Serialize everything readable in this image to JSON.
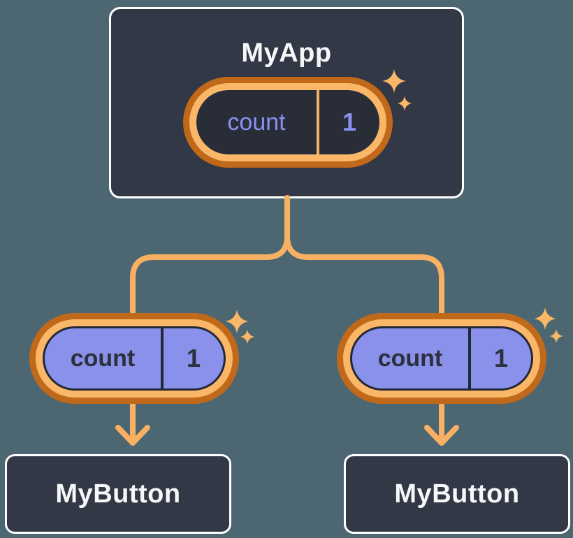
{
  "diagram": {
    "description": "React component tree showing state lifted to parent",
    "colors": {
      "background": "#4C6771",
      "node_fill": "#323845",
      "node_border": "#FFFFFF",
      "node_text": "#F6F7F9",
      "pill_ring_outer": "#C1691A",
      "pill_ring_inner": "#FAB768",
      "pill_interior_dark": "#282D38",
      "pill_fill_purple": "#8A91EB",
      "pill_text_purple": "#8A91F0",
      "pill_text_dark": "#2B303C",
      "connector": "#F8B163"
    },
    "root": {
      "title": "MyApp",
      "state": {
        "key": "count",
        "value": "1"
      }
    },
    "children": [
      {
        "title": "MyButton",
        "state": {
          "key": "count",
          "value": "1"
        }
      },
      {
        "title": "MyButton",
        "state": {
          "key": "count",
          "value": "1"
        }
      }
    ]
  }
}
